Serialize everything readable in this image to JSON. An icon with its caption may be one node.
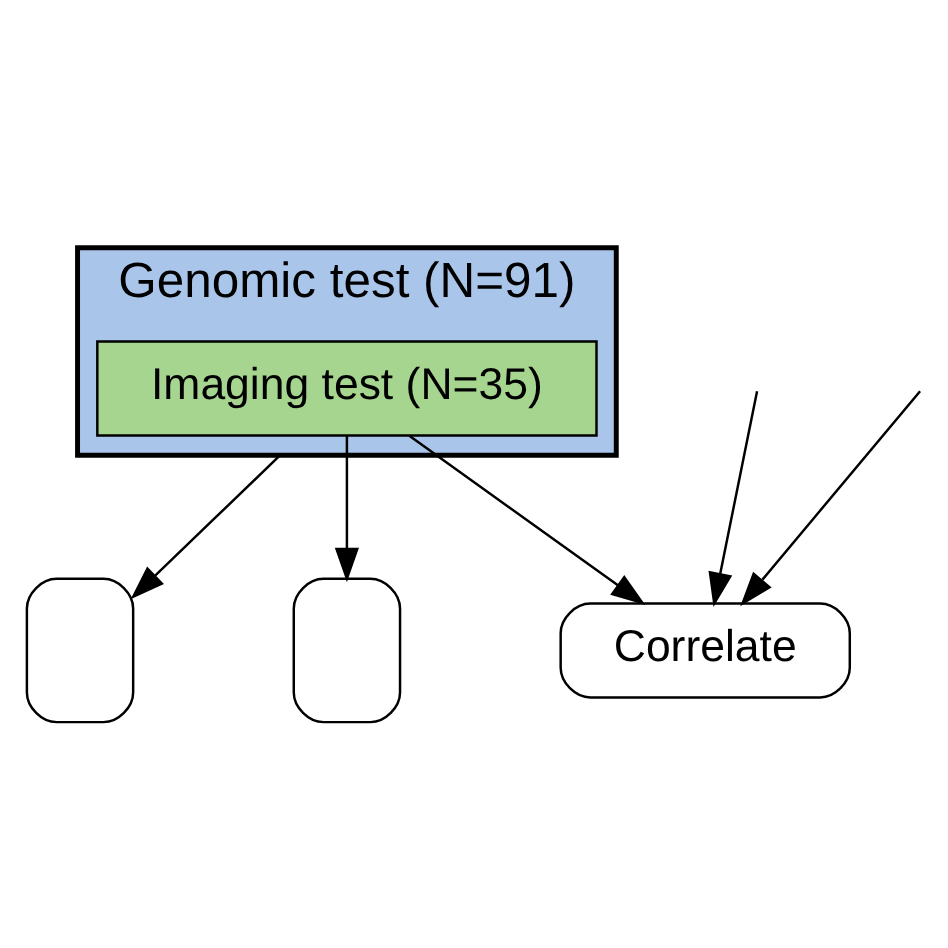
{
  "diagram": {
    "nodes": [
      {
        "text": [
          "Genomic test (N=91)"
        ]
      },
      {
        "text": [
          "Imaging test (N=35)"
        ],
        "in": 0
      },
      {
        "text": [],
        "shape": "box"
      },
      {
        "text": [],
        "shape": "box"
      },
      {
        "text": [
          "Correlate"
        ]
      }
    ],
    "edges": [
      {
        "from": 0,
        "to": 2,
        "arrow": "to"
      },
      {
        "from": 1,
        "to": 3,
        "arrow": "to"
      },
      {
        "from": 1,
        "to": 4,
        "arrow": "to"
      },
      {
        "from": null,
        "to": 4,
        "arrow": "to"
      },
      {
        "from": null,
        "to": 4,
        "arrow": "to"
      }
    ]
  }
}
